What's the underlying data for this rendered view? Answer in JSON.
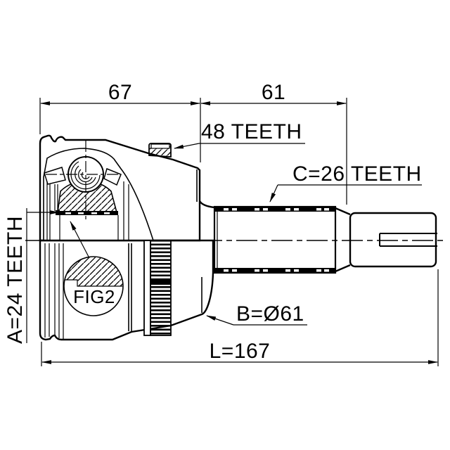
{
  "drawing": {
    "figure_label": "FIG2",
    "dimensions": {
      "bell_width": "67",
      "spline_section": "61",
      "overall_length": "L=167"
    },
    "labels": {
      "abs_ring_teeth": "48 TEETH",
      "outer_spline_teeth": "C=26 TEETH",
      "inner_spline_teeth": "A=24 TEETH",
      "body_diameter": "B=Ø61"
    },
    "colors": {
      "line": "#000000",
      "background": "#ffffff"
    }
  }
}
